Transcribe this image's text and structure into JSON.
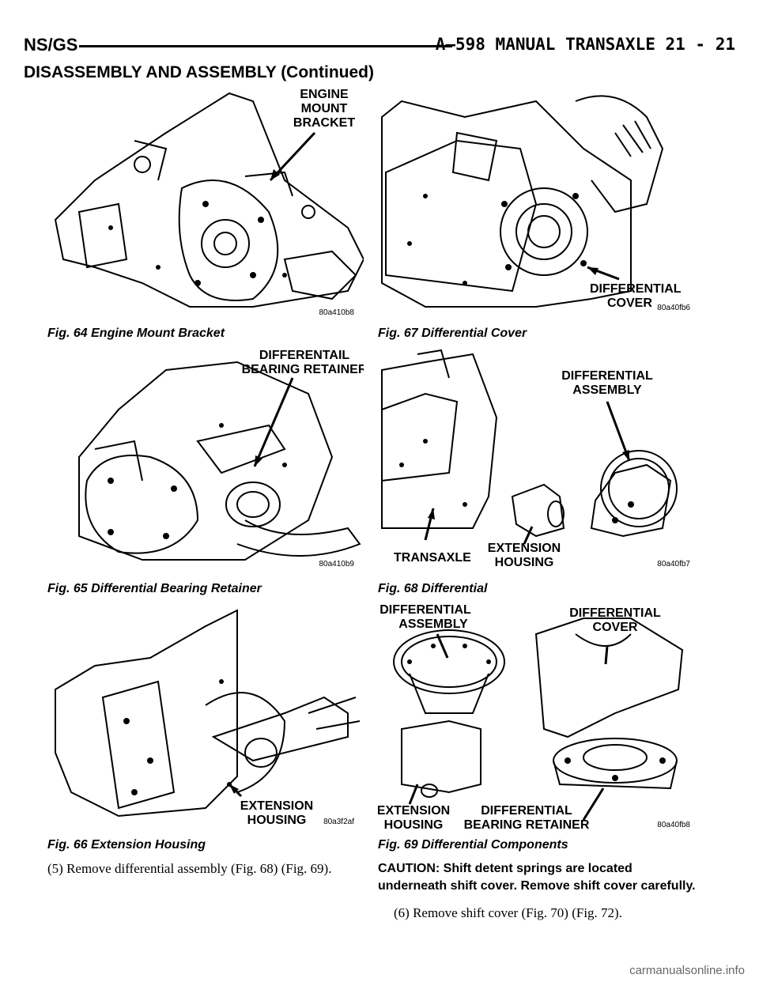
{
  "header": {
    "left": "NS/GS",
    "right": "A–598 MANUAL TRANSAXLE   21 - 21"
  },
  "section_title": "DISASSEMBLY AND ASSEMBLY (Continued)",
  "figures": [
    {
      "caption": "Fig. 64 Engine Mount Bracket",
      "code": "80a410b8",
      "labels": [
        "ENGINE",
        "MOUNT",
        "BRACKET"
      ]
    },
    {
      "caption": "Fig. 67 Differential Cover",
      "code": "80a40fb6",
      "labels": [
        "DIFFERENTIAL",
        "COVER"
      ]
    },
    {
      "caption": "Fig. 65 Differential Bearing Retainer",
      "code": "80a410b9",
      "labels": [
        "DIFFERENTAIL",
        "BEARING RETAINER"
      ]
    },
    {
      "caption": "Fig. 68 Differential",
      "code": "80a40fb7",
      "labels": [
        "DIFFERENTIAL",
        "ASSEMBLY",
        "TRANSAXLE",
        "EXTENSION",
        "HOUSING"
      ]
    },
    {
      "caption": "Fig. 66 Extension Housing",
      "code": "80a3f2af",
      "labels": [
        "EXTENSION",
        "HOUSING"
      ]
    },
    {
      "caption": "Fig. 69 Differential Components",
      "code": "80a40fb8",
      "labels": [
        "DIFFERENTIAL",
        "ASSEMBLY",
        "DIFFERENTIAL",
        "COVER",
        "EXTENSION",
        "HOUSING",
        "DIFFERENTIAL",
        "BEARING RETAINER"
      ]
    }
  ],
  "body": {
    "step5": "(5) Remove differential assembly (Fig. 68) (Fig. 69).",
    "caution": "CAUTION: Shift detent springs are located underneath shift cover. Remove shift cover carefully.",
    "step6": "(6) Remove shift cover (Fig. 70) (Fig. 72)."
  },
  "watermark": "carmanualsonline.info"
}
